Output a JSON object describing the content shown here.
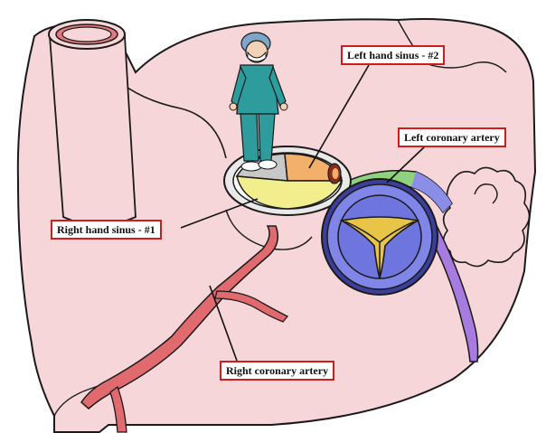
{
  "labels": {
    "left_hand_sinus": "Left hand sinus - #2",
    "left_coronary_artery": "Left coronary artery",
    "right_hand_sinus": "Right hand sinus - #1",
    "right_coronary_artery": "Right coronary artery"
  },
  "colors": {
    "heart_tissue": "#f6d6d8",
    "outline": "#1a1a1a",
    "label_border": "#d01c1c",
    "right_sinus_fill": "#f2ee8e",
    "left_sinus_fill": "#f2b06a",
    "non_coronary_sinus_fill": "#c8c8c8",
    "left_coronary_artery": "#8fd17e",
    "left_coronary_artery_distal": "#8a8ee6",
    "valve_prosthesis": "#7f86e8",
    "right_coronary_artery": "#e06a6e",
    "purple_vessel": "#a77be0",
    "surgeon_scrubs": "#2e9c9c",
    "surgeon_cap": "#7fa6c9"
  }
}
